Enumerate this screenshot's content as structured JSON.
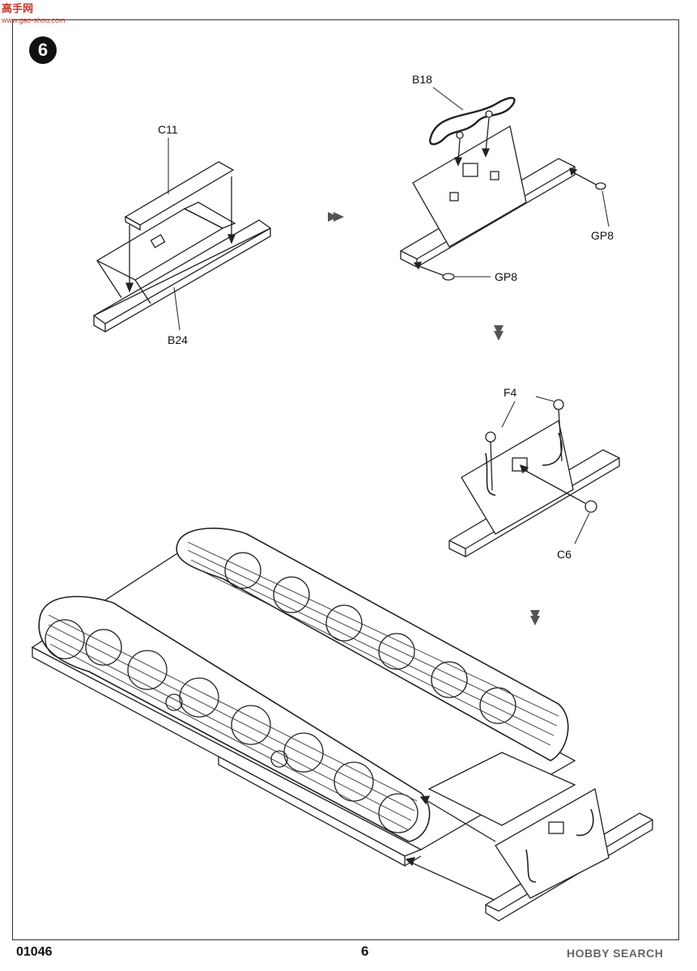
{
  "watermark": {
    "brand": "高手网",
    "domain": "www.gao-shou.com"
  },
  "step": {
    "number": "6"
  },
  "parts": {
    "c11": "C11",
    "b24": "B24",
    "b18": "B18",
    "gp8_right": "GP8",
    "gp8_lower": "GP8",
    "f4": "F4",
    "c6": "C6"
  },
  "footer": {
    "kit_code": "01046",
    "page_number": "6",
    "site_logo": "HOBBY SEARCH"
  }
}
